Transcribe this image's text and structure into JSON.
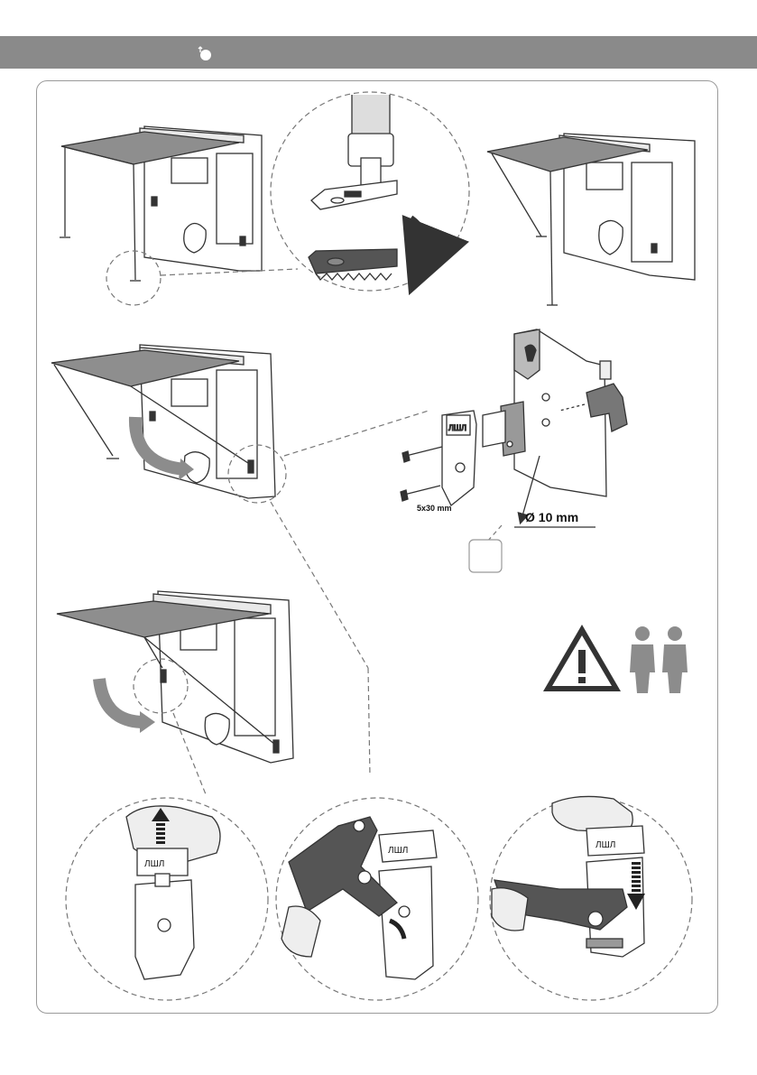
{
  "header": {
    "icon": "touch-finger-icon"
  },
  "labels": {
    "screw_size": "5x30 mm",
    "drill_diameter": "Ø 10 mm"
  },
  "bracket_markings": {
    "top_bracket": "ЛШЛ",
    "detail_1": "ЛШЛ",
    "detail_2": "ЛШЛ",
    "detail_3": "ЛШЛ"
  },
  "colors": {
    "header": "#8a8a8a",
    "awning_fabric": "#8e8e8e",
    "arrow": "#8c8c8c",
    "warning_red": "#c0392b",
    "line": "#333333"
  },
  "icons": [
    "warning-triangle-icon",
    "two-persons-icon",
    "drill-icon"
  ]
}
